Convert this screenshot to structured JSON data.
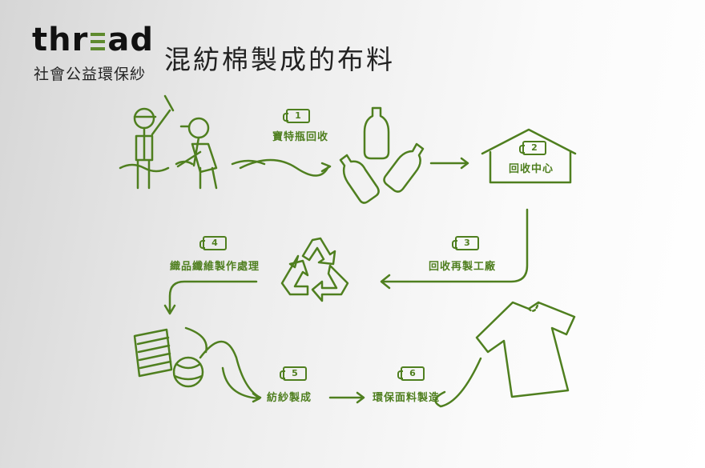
{
  "logo": {
    "text_before": "thr",
    "text_after": "ad",
    "org": "社會公益環保紗"
  },
  "title": "混紡棉製成的布料",
  "colors": {
    "accent": "#4f7f1f"
  },
  "steps": [
    {
      "num": "1",
      "label": "寶特瓶回收"
    },
    {
      "num": "2",
      "label": "回收中心"
    },
    {
      "num": "3",
      "label": "回收再製工廠"
    },
    {
      "num": "4",
      "label": "織品纖維製作處理"
    },
    {
      "num": "5",
      "label": "紡紗製成"
    },
    {
      "num": "6",
      "label": "環保面料製造"
    }
  ]
}
